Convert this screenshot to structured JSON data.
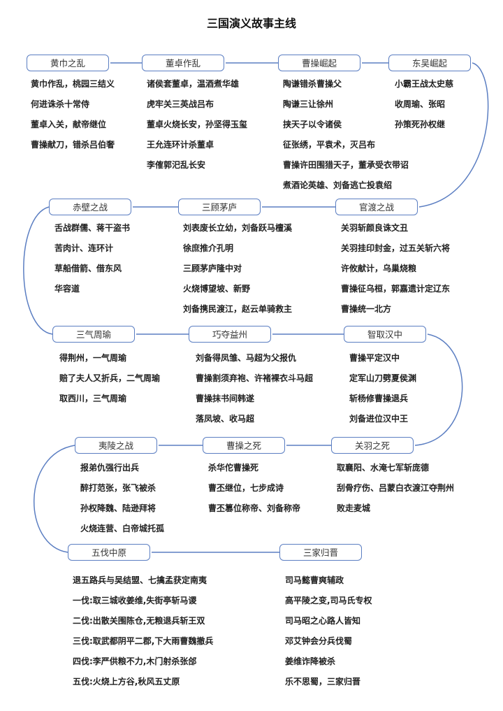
{
  "title": "三国演义故事主线",
  "accent_color": "#5b7ec2",
  "stages": [
    {
      "label": "黄巾之乱",
      "items": [
        "黄巾作乱，桃园三结义",
        "何进诛杀十常侍",
        "董卓入关，献帝继位",
        "曹操献刀，错杀吕伯奢"
      ]
    },
    {
      "label": "董卓作乱",
      "items": [
        "诸侯套董卓，温酒煮华雄",
        "虎牢关三英战吕布",
        "董卓火烧长安，孙坚得玉玺",
        "王允连环计杀董卓",
        "李傕郭汜乱长安"
      ]
    },
    {
      "label": "曹操崛起",
      "items": [
        "陶谦错杀曹操父",
        "陶谦三让徐州",
        "挟天子以令诸侯",
        "征张绣，平袁术，灭吕布",
        "曹操许田围猎天子，董承受衣带诏",
        "煮酒论英雄、刘备逃亡投袁绍"
      ]
    },
    {
      "label": "东吴崛起",
      "items": [
        "小霸王战太史慈",
        "收周瑜、张昭",
        "孙策死孙权继"
      ]
    },
    {
      "label": "官渡之战",
      "items": [
        "关羽斩颜良诛文丑",
        "关羽挂印封金，过五关斩六将",
        "许攸献计，乌巢烧粮",
        "曹操征乌桓，郭嘉遗计定辽东",
        "曹操统一北方"
      ]
    },
    {
      "label": "三顾茅庐",
      "items": [
        "刘表废长立幼，刘备跃马檀溪",
        "徐庶推介孔明",
        "三顾茅庐隆中对",
        "火烧博望坡、新野",
        "刘备携民渡江，赵云单骑救主"
      ]
    },
    {
      "label": "赤壁之战",
      "items": [
        "舌战群儒、蒋干盗书",
        "苦肉计、连环计",
        "草船借箭、借东风",
        "华容道"
      ]
    },
    {
      "label": "三气周瑜",
      "items": [
        "得荆州，一气周瑜",
        "赔了夫人又折兵，二气周瑜",
        "取西川，三气周瑜"
      ]
    },
    {
      "label": "巧夺益州",
      "items": [
        "刘备得凤雏、马超为父报仇",
        "曹操割须弃袍、许褚裸衣斗马超",
        "曹操抹书间韩遂",
        "落凤坡、收马超"
      ]
    },
    {
      "label": "智取汉中",
      "items": [
        "曹操平定汉中",
        "定军山刀劈夏侯渊",
        "斩杨修曹操退兵",
        "刘备进位汉中王"
      ]
    },
    {
      "label": "关羽之死",
      "items": [
        "取襄阳、水淹七军斩庞德",
        "刮骨疗伤、吕蒙白衣渡江夺荆州",
        "败走麦城"
      ]
    },
    {
      "label": "曹操之死",
      "items": [
        "杀华佗曹操死",
        "曹丕继位，七步成诗",
        "曹丕篡位称帝、刘备称帝"
      ]
    },
    {
      "label": "夷陵之战",
      "items": [
        "报弟仇强行出兵",
        "醉打范张，张飞被杀",
        "孙权降魏、陆逊拜将",
        "火烧连营、白帝城托孤"
      ]
    },
    {
      "label": "五伐中原",
      "items": [
        "退五路兵与吴结盟、七擒孟获定南夷",
        "一伐:取三城收姜维,失街亭斩马谡",
        "二伐:出散关围陈仓,无粮退兵斩王双",
        "三伐:取武都阴平二郡,下大雨曹魏撤兵",
        "四伐:李严供粮不力,木门射杀张郃",
        "五伐:火烧上方谷,秋风五丈原"
      ]
    },
    {
      "label": "三家归晋",
      "items": [
        "司马懿曹爽辅政",
        "高平陵之变,司马氏专权",
        "司马昭之心路人皆知",
        "邓艾钟会分兵伐蜀",
        "姜维诈降被杀",
        "乐不思蜀，三家归晋"
      ]
    }
  ]
}
